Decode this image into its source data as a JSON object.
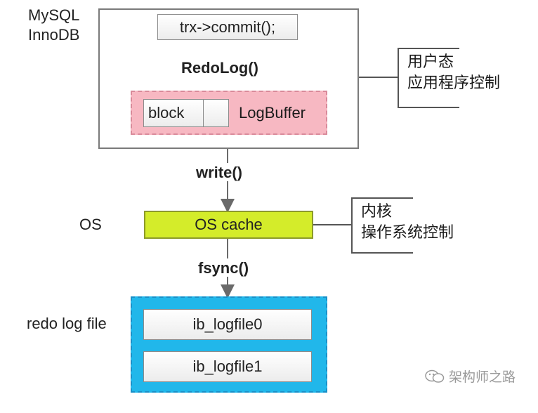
{
  "labels": {
    "mysql_line1": "MySQL",
    "mysql_line2": "InnoDB",
    "os": "OS",
    "redo_log_file": "redo log file"
  },
  "nodes": {
    "commit": "trx->commit();",
    "redolog": "RedoLog()",
    "block": "block",
    "logbuffer": "LogBuffer",
    "write": "write()",
    "oscache": "OS cache",
    "fsync": "fsync()",
    "logfile0": "ib_logfile0",
    "logfile1": "ib_logfile1"
  },
  "notes": {
    "user_line1": "用户态",
    "user_line2": "应用程序控制",
    "kernel_line1": "内核",
    "kernel_line2": "操作系统控制"
  },
  "watermark": "架构师之路",
  "colors": {
    "logbuffer": "#f7b8c2",
    "oscache": "#d4ec2a",
    "redofile": "#21b7ea"
  }
}
